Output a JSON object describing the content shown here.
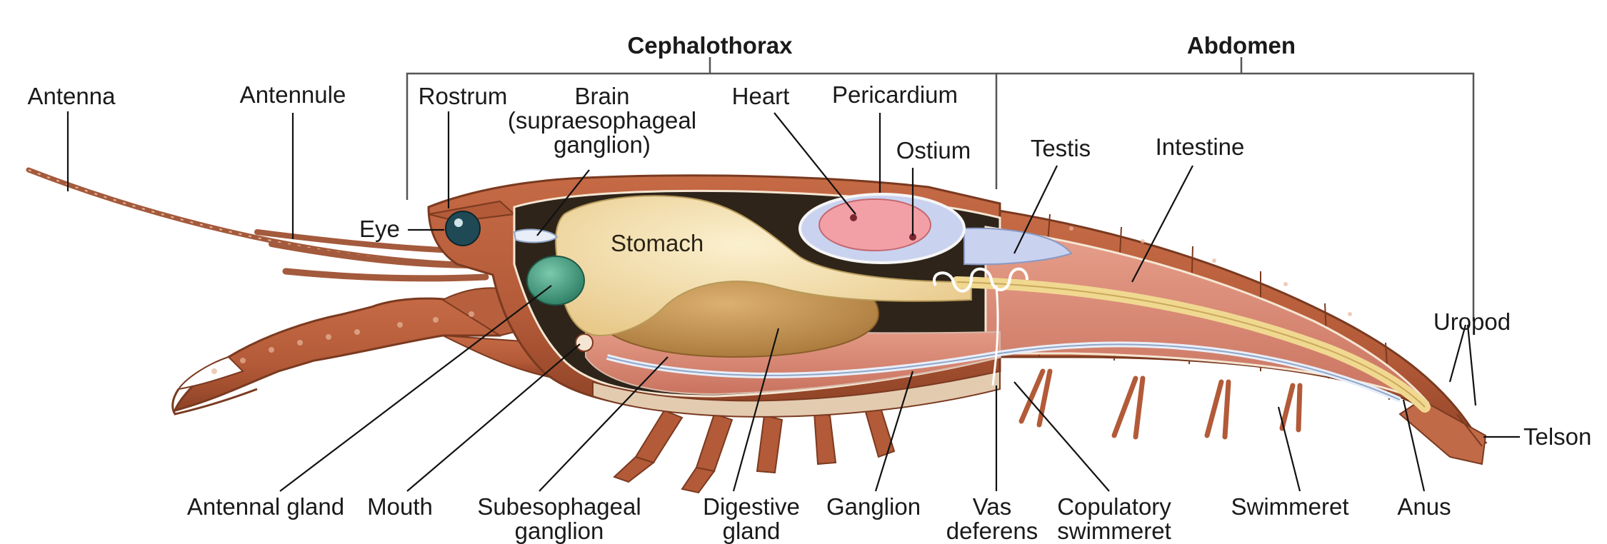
{
  "regions": {
    "cephalothorax": "Cephalothorax",
    "abdomen": "Abdomen"
  },
  "labels": {
    "antenna": "Antenna",
    "antennule": "Antennule",
    "rostrum": "Rostrum",
    "brain": "Brain\n(supraesophageal\nganglion)",
    "heart": "Heart",
    "pericardium": "Pericardium",
    "ostium": "Ostium",
    "testis": "Testis",
    "intestine": "Intestine",
    "eye": "Eye",
    "stomach": "Stomach",
    "uropod": "Uropod",
    "telson": "Telson",
    "antennal_gland": "Antennal gland",
    "mouth": "Mouth",
    "subesophageal_ganglion": "Subesophageal\nganglion",
    "digestive_gland": "Digestive\ngland",
    "ganglion": "Ganglion",
    "vas_deferens": "Vas\ndeferens",
    "copulatory_swimmeret": "Copulatory\nswimmeret",
    "swimmeret": "Swimmeret",
    "anus": "Anus"
  },
  "colors": {
    "shell": "#b8603e",
    "shell_dark": "#8e4226",
    "muscle": "#d98e7a",
    "stomach": "#f5e2b0",
    "digestive_gland": "#c99a55",
    "intestine": "#f0d890",
    "heart": "#f2a0a6",
    "pericardium": "#c9d3f0",
    "gland": "#3f9a7e",
    "eye": "#1f4a55",
    "line": "#111111"
  }
}
